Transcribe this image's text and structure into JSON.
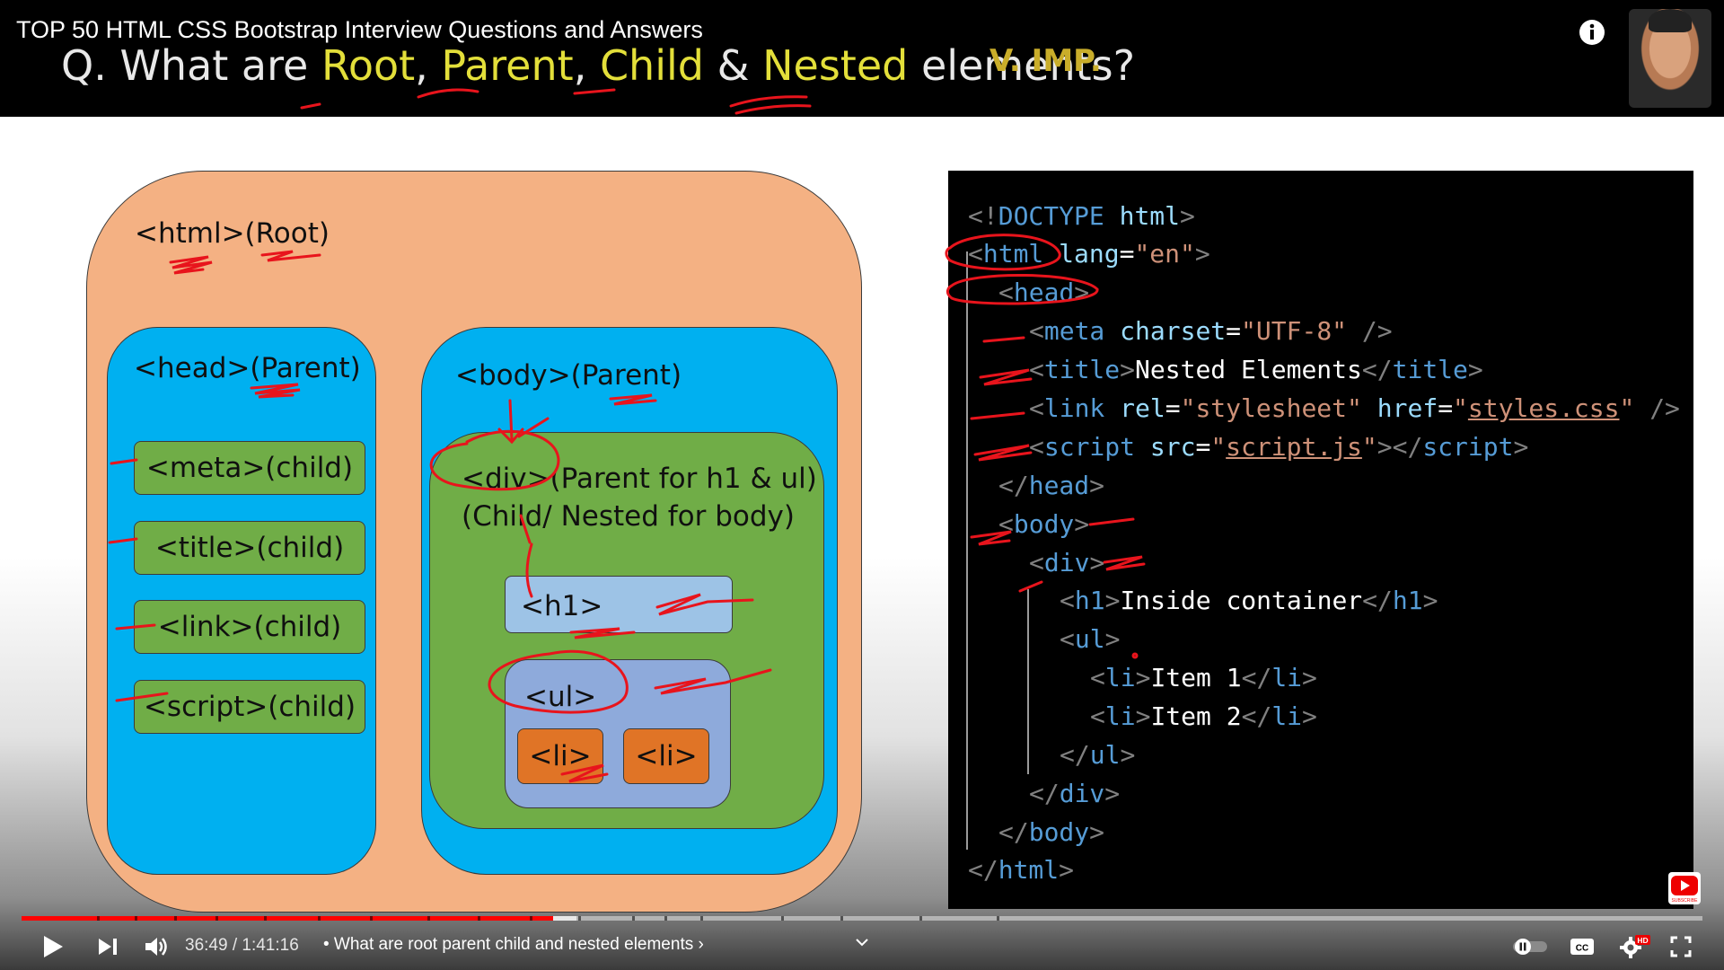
{
  "header": {
    "video_title": "TOP 50 HTML CSS Bootstrap Interview Questions and Answers",
    "question": {
      "prefix": "Q. What are ",
      "root": "Root",
      "comma1": ", ",
      "parent": "Parent",
      "comma2": ", ",
      "child": "Child",
      "amp": " & ",
      "nested": "Nested",
      "suffix": " elements?"
    },
    "badge": "V. IMP.",
    "icons": [
      "info-icon",
      "watch-later-icon",
      "share-icon"
    ]
  },
  "diagram": {
    "html": "<html>(Root)",
    "head": "<head>(Parent)",
    "head_children": [
      "<meta>(child)",
      "<title>(child)",
      "<link>(child)",
      "<script>(child)"
    ],
    "body": "<body>(Parent)",
    "div_line1": "<div>(Parent for h1 & ul)",
    "div_line2": "(Child/ Nested for body)",
    "h1": "<h1>",
    "ul": "<ul>",
    "li": [
      "<li>",
      "<li>"
    ],
    "colors": {
      "root": "#f4b183",
      "parent": "#00b0f0",
      "child": "#70ad47",
      "h1": "#9dc3e6",
      "ul": "#8eaadb",
      "li": "#e07426"
    }
  },
  "code": {
    "l1": {
      "a": "<!",
      "b": "DOCTYPE",
      "c": " ",
      "d": "html",
      "e": ">"
    },
    "l2": {
      "a": "<",
      "b": "html",
      "c": " ",
      "d": "lang",
      "e": "=",
      "f": "\"en\"",
      "g": ">"
    },
    "l3": {
      "a": "<",
      "b": "head",
      "c": ">"
    },
    "l4": {
      "a": "<",
      "b": "meta",
      "c": " ",
      "d": "charset",
      "e": "=",
      "f": "\"UTF-8\"",
      "g": " />"
    },
    "l5": {
      "a": "<",
      "b": "title",
      "c": ">",
      "d": "Nested Elements",
      "e": "</",
      "f": "title",
      "g": ">"
    },
    "l6": {
      "a": "<",
      "b": "link",
      "c": " ",
      "d": "rel",
      "e": "=",
      "f": "\"stylesheet\"",
      "g": " ",
      "h": "href",
      "i": "=",
      "j1": "\"",
      "j2": "styles.css",
      "j3": "\"",
      "k": " />"
    },
    "l7": {
      "a": "<",
      "b": "script",
      "c": " ",
      "d": "src",
      "e": "=",
      "f1": "\"",
      "f2": "script.js",
      "f3": "\"",
      "g": "></",
      "h": "script",
      "i": ">"
    },
    "l8": {
      "a": "</",
      "b": "head",
      "c": ">"
    },
    "l9": {
      "a": "<",
      "b": "body",
      "c": ">"
    },
    "l10": {
      "a": "<",
      "b": "div",
      "c": ">"
    },
    "l11": {
      "a": "<",
      "b": "h1",
      "c": ">",
      "d": "Inside container",
      "e": "</",
      "f": "h1",
      "g": ">"
    },
    "l12": {
      "a": "<",
      "b": "ul",
      "c": ">"
    },
    "l13": {
      "a": "<",
      "b": "li",
      "c": ">",
      "d": "Item 1",
      "e": "</",
      "f": "li",
      "g": ">"
    },
    "l14": {
      "a": "<",
      "b": "li",
      "c": ">",
      "d": "Item 2",
      "e": "</",
      "f": "li",
      "g": ">"
    },
    "l15": {
      "a": "</",
      "b": "ul",
      "c": ">"
    },
    "l16": {
      "a": "</",
      "b": "div",
      "c": ">"
    },
    "l17": {
      "a": "</",
      "b": "body",
      "c": ">"
    },
    "l18": {
      "a": "</",
      "b": "html",
      "c": ">"
    }
  },
  "player": {
    "time": "36:49 / 1:41:16",
    "chapter": " • What are root parent child and nested elements ›",
    "played_fraction": 0.316,
    "buffered_fraction": 0.33,
    "hd_badge": "HD",
    "cc_label": "CC",
    "subscribe_label": "SUBSCRIBE",
    "colors": {
      "played": "#ff0000",
      "track": "#ffffff"
    }
  }
}
